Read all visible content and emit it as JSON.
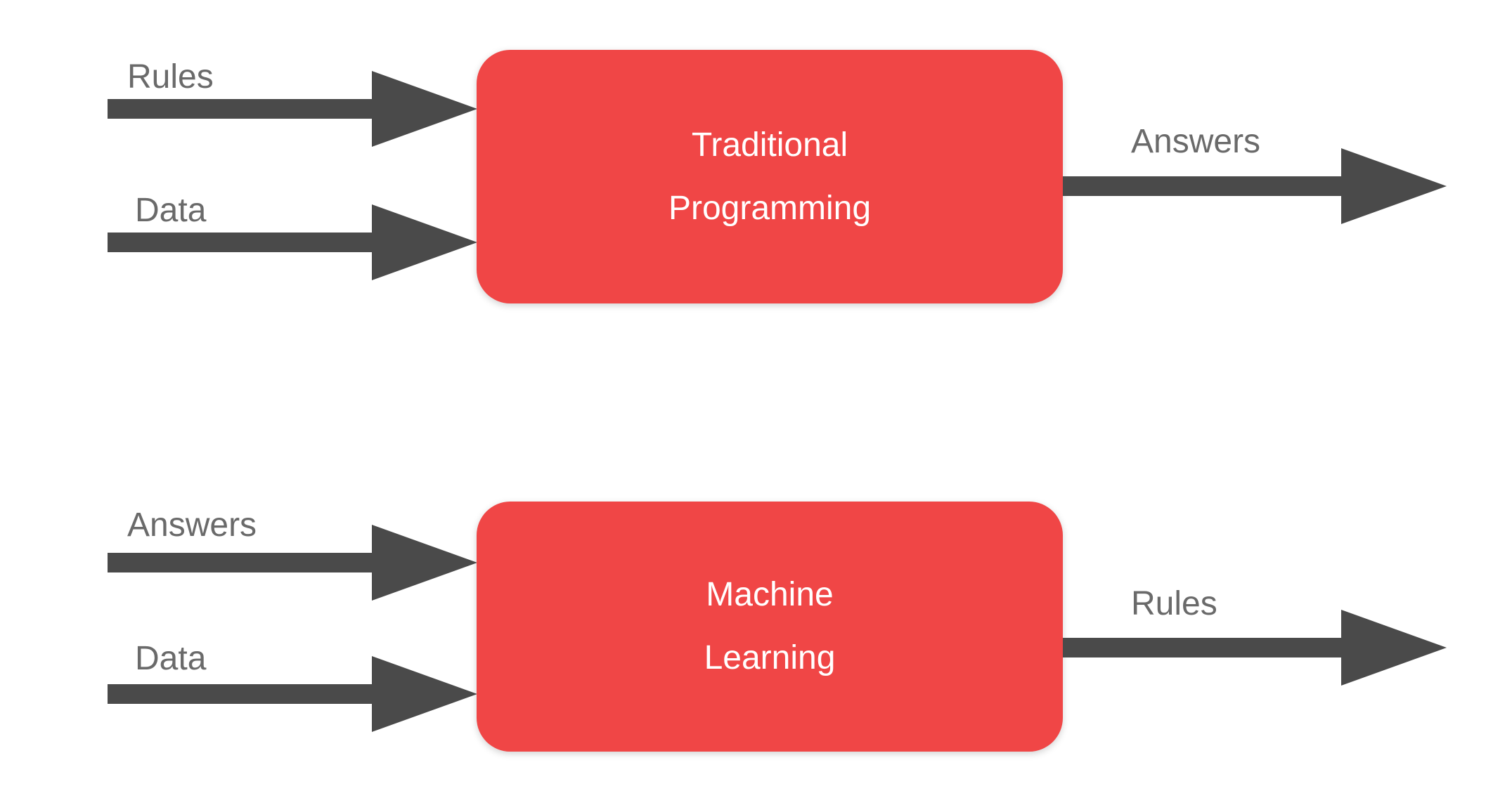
{
  "colors": {
    "background": "#ffffff",
    "arrow": "#4a4a4a",
    "label": "#6a6a6a",
    "box": "#f04646",
    "box_text": "#ffffff"
  },
  "diagram": {
    "top": {
      "box_label_line1": "Traditional",
      "box_label_line2": "Programming",
      "inputs": [
        {
          "label": "Rules"
        },
        {
          "label": "Data"
        }
      ],
      "output": {
        "label": "Answers"
      }
    },
    "bottom": {
      "box_label_line1": "Machine",
      "box_label_line2": "Learning",
      "inputs": [
        {
          "label": "Answers"
        },
        {
          "label": "Data"
        }
      ],
      "output": {
        "label": "Rules"
      }
    }
  }
}
